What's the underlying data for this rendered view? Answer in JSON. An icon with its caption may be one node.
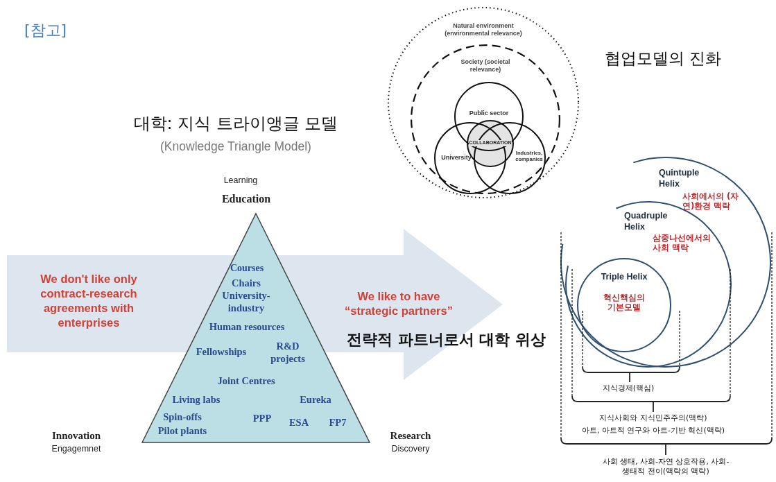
{
  "diagram": {
    "nodes": [
      {
        "text": [
          "Natural environment (environmental relevance)"
        ]
      },
      {
        "text": [
          "Society (societal relevance)"
        ],
        "in": 0
      },
      {
        "text": [
          "Public sector"
        ],
        "in": 1
      },
      {
        "text": [
          "University"
        ],
        "in": 1
      },
      {
        "text": [
          "Industries, companies"
        ],
        "in": 1
      },
      {
        "text": [
          "COLLABORATION"
        ],
        "in": 1
      },
      {
        "text": [
          "We don't like only contract-research agreements with enterprises",
          "We like to have “strategic partners”"
        ]
      },
      {
        "text": [
          "Courses",
          "Chairs",
          "University-industry",
          "Human resources",
          "Fellowships",
          "R&D projects",
          "Joint Centres",
          "Living labs",
          "Eureka",
          "Spin-offs",
          "Pilot plants",
          "PPP",
          "ESA",
          "FP7"
        ]
      },
      {
        "text": [
          "Quintuple Helix",
          "사회에서의 (자연)환경 맥락"
        ]
      },
      {
        "text": [
          "Quadruple Helix",
          "삼중나선에서의 사회 맥락"
        ],
        "in": 8
      },
      {
        "text": [
          "Triple Helix",
          "혁신핵심의 기본모델"
        ],
        "in": 9
      }
    ],
    "labels": [
      "[참고]",
      "협업모델의 진화",
      "대학: 지식 트라이앵글 모델",
      "(Knowledge Triangle Model)",
      "Learning",
      "Education",
      "Innovation",
      "Engagemnet",
      "Research",
      "Discovery",
      "지식경제(핵심)",
      "지식사회와 지식민주주의(맥락)",
      "아트, 아트적 연구와 아트-기반 혁신(맥락)",
      "사회 생태, 사회-자연 상호작용, 사회-생태적 전이(맥락의 맥락)",
      "전략적 파트너로서 대학 위상"
    ]
  }
}
